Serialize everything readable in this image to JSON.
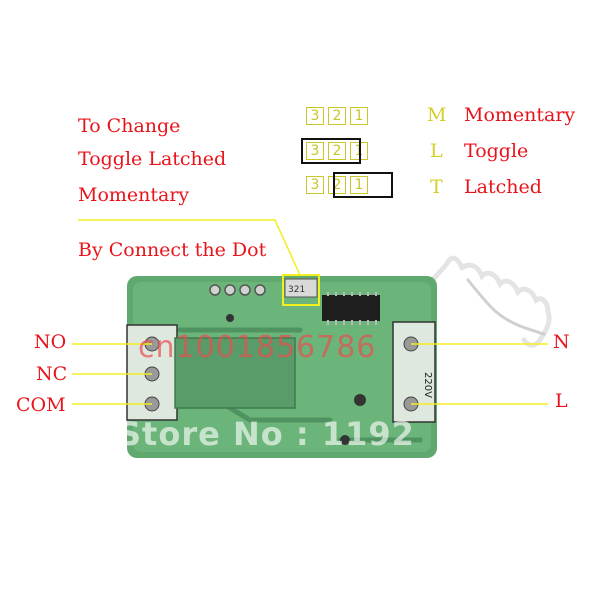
{
  "instructions": {
    "line1": "To Change",
    "line2": "Toggle Latched",
    "line3": "Momentary",
    "connect": "By Connect the Dot"
  },
  "jumper_rows": [
    {
      "pins": [
        "3",
        "2",
        "1"
      ]
    },
    {
      "pins": [
        "3",
        "2",
        "1"
      ]
    },
    {
      "pins": [
        "3",
        "2",
        "1"
      ]
    }
  ],
  "legend": [
    {
      "letter": "M",
      "label": "Momentary"
    },
    {
      "letter": "L",
      "label": "Toggle"
    },
    {
      "letter": "T",
      "label": "Latched"
    }
  ],
  "terminals_left": [
    "NO",
    "NC",
    "COM"
  ],
  "terminals_right": [
    "N",
    "L"
  ],
  "board_text": {
    "voltage": "220V",
    "pin_marks": "321"
  },
  "watermark": {
    "line1": "cn1001856786",
    "line2": "Store No : 1192"
  },
  "colors": {
    "label_red": "#e8141b",
    "legend_yellow": "#d4cf2c",
    "pcb_green": "#5fa86e",
    "leader_yellow": "#f3ee20"
  }
}
